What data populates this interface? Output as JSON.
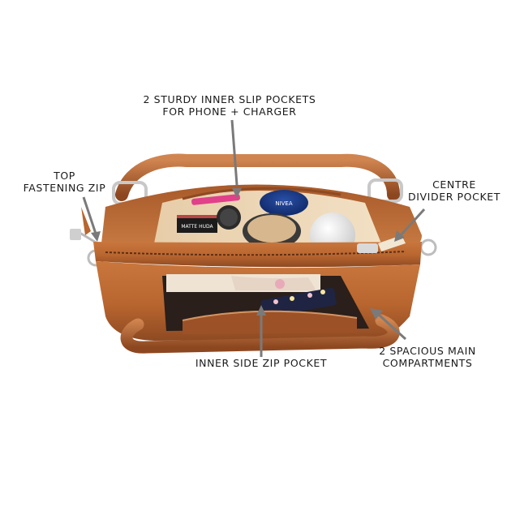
{
  "annotations": {
    "slip_pockets": {
      "line1": "2 STURDY INNER SLIP POCKETS",
      "line2": "FOR PHONE + CHARGER"
    },
    "top_zip": {
      "line1": "TOP",
      "line2": "FASTENING ZIP"
    },
    "divider_pocket": {
      "line1": "CENTRE",
      "line2": "DIVIDER POCKET"
    },
    "side_zip": {
      "line1": "INNER SIDE ZIP POCKET"
    },
    "main_compartments": {
      "line1": "2 SPACIOUS MAIN",
      "line2": "COMPARTMENTS"
    }
  },
  "contents": {
    "lipstick_text": "MATTE HUDA",
    "tin_text": "NIVEA"
  },
  "colors": {
    "leather": "#b8652f",
    "leather_dark": "#8a4420",
    "lining": "#e9d2b0",
    "arrow": "#7a7a7a",
    "text": "#1a1a1a"
  }
}
